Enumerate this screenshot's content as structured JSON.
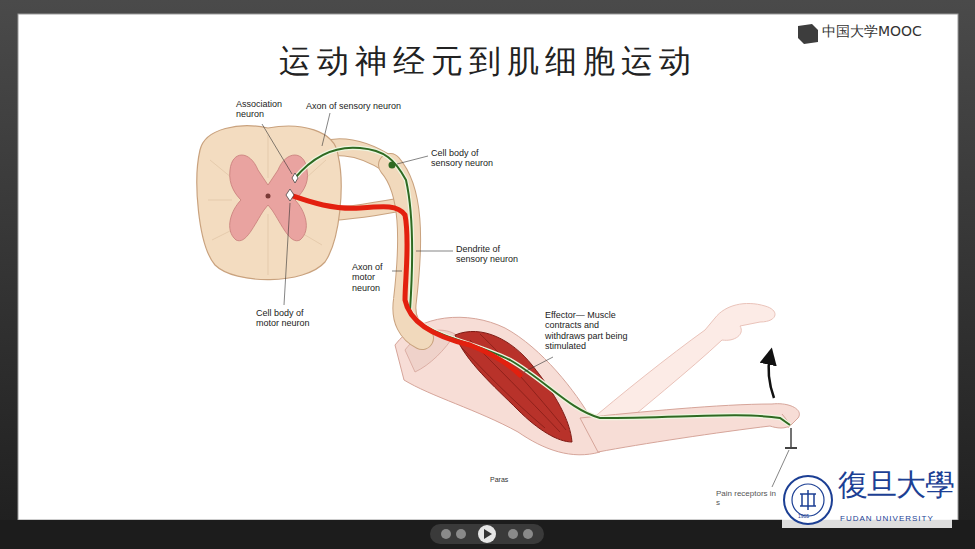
{
  "diagram": {
    "title": "运动神经元到肌细胞运动",
    "labels": [
      "中国大学MOOC",
      "Association neuron",
      "Axon of sensory neuron",
      "Cell body of sensory neuron",
      "Dendrite of sensory neuron",
      "Axon of motor neuron",
      "Cell body of motor neuron",
      "Effector— Muscle contracts and withdraws part being stimulated",
      "Paras",
      "Pain receptors in s",
      "1905",
      "復旦大學",
      "FUDAN UNIVERSITY"
    ]
  }
}
